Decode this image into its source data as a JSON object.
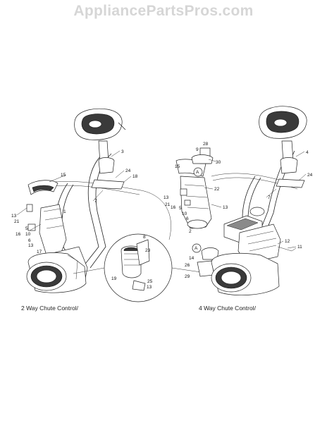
{
  "watermark": "AppliancePartsPros.com",
  "captions": {
    "left": "2 Way Chute Control/",
    "right": "4 Way Chute Control/"
  },
  "callouts": {
    "left": [
      "3",
      "24",
      "18",
      "15",
      "7",
      "13",
      "21",
      "16",
      "5",
      "10",
      "6",
      "1",
      "13",
      "17"
    ],
    "inset": [
      "8",
      "23",
      "19",
      "25",
      "13"
    ],
    "right": [
      "28",
      "9",
      "30",
      "A",
      "22",
      "15",
      "13",
      "21",
      "16",
      "5",
      "10",
      "6",
      "2",
      "13",
      "4",
      "24",
      "7",
      "12",
      "11",
      "A",
      "14",
      "26",
      "29"
    ]
  }
}
